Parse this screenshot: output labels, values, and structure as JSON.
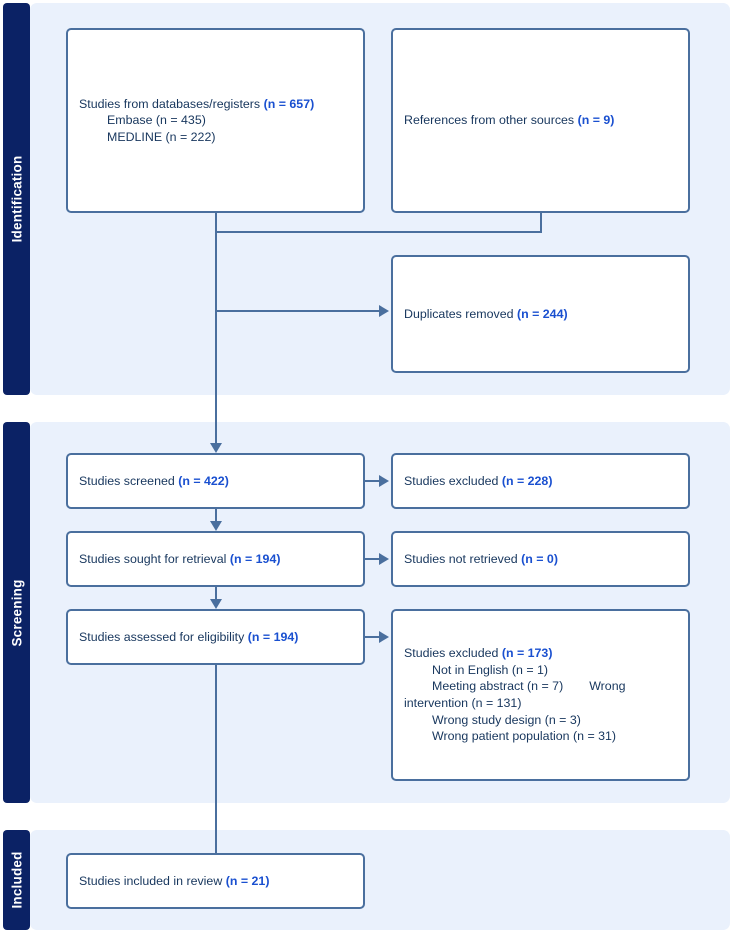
{
  "diagram": {
    "title": "PRISMA flow diagram",
    "colors": {
      "panel_bg": "#eaf1fc",
      "stage_bar": "#0b2265",
      "box_border": "#4a6f9e",
      "text": "#17365d",
      "accent_number": "#1a50d0",
      "connector": "#4a6f9e"
    }
  },
  "stages": [
    {
      "id": "identification",
      "label": "Identification"
    },
    {
      "id": "screening",
      "label": "Screening"
    },
    {
      "id": "included",
      "label": "Included"
    }
  ],
  "nodes": {
    "databases": {
      "label": "Studies from databases/registers",
      "count": "(n = 657)",
      "sources": [
        "Embase (n = 435)",
        "MEDLINE (n = 222)"
      ]
    },
    "other_sources": {
      "label": "References from other sources",
      "count": "(n = 9)"
    },
    "duplicates": {
      "label": "Duplicates removed",
      "count": "(n = 244)"
    },
    "screened": {
      "label": "Studies screened",
      "count": "(n = 422)"
    },
    "screened_excluded": {
      "label": "Studies excluded",
      "count": "(n = 228)"
    },
    "sought": {
      "label": "Studies sought for retrieval",
      "count": "(n = 194)"
    },
    "not_retrieved": {
      "label": "Studies not retrieved",
      "count": "(n = 0)"
    },
    "assessed": {
      "label": "Studies assessed for eligibility",
      "count": "(n = 194)"
    },
    "excluded_reasons": {
      "label": "Studies excluded",
      "count": "(n = 173)",
      "reasons": [
        "Not in English (n = 1)",
        "Meeting abstract (n = 7)",
        "Wrong",
        "intervention (n = 131)",
        "Wrong study design (n = 3)",
        "Wrong patient population (n = 31)"
      ]
    },
    "included": {
      "label": "Studies included in review",
      "count": "(n = 21)"
    }
  }
}
